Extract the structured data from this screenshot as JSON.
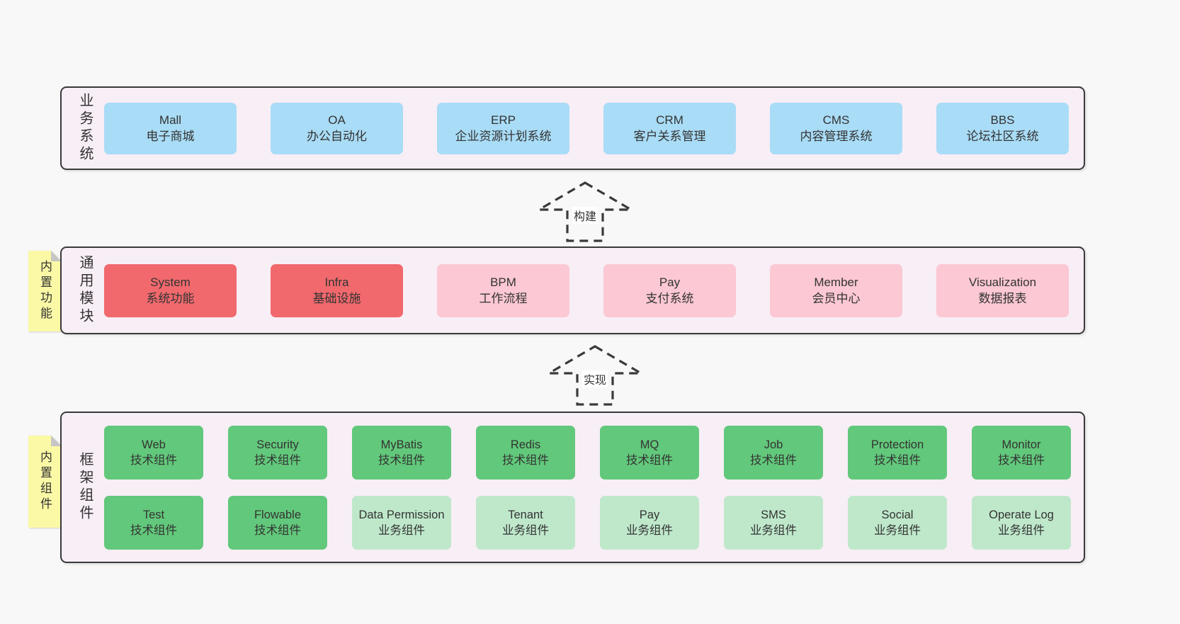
{
  "page": {
    "background": "#f8f8f8"
  },
  "colors": {
    "blue": "#a9dcf6",
    "red": "#f1696d",
    "pink": "#fbc8d3",
    "green": "#62c87b",
    "lightgreen": "#bfe8cb",
    "container_bg": "#f8eef6",
    "container_border": "#3a3a3a",
    "note_bg": "#fbf9a5",
    "text": "#333333"
  },
  "arrows": [
    {
      "id": "build",
      "label": "构建"
    },
    {
      "id": "implement",
      "label": "实现"
    }
  ],
  "layers": [
    {
      "id": "business-systems",
      "label": "业务系统",
      "note": null,
      "rows": [
        [
          {
            "title": "Mall",
            "subtitle": "电子商城",
            "variant": "blue"
          },
          {
            "title": "OA",
            "subtitle": "办公自动化",
            "variant": "blue"
          },
          {
            "title": "ERP",
            "subtitle": "企业资源计划系统",
            "variant": "blue"
          },
          {
            "title": "CRM",
            "subtitle": "客户关系管理",
            "variant": "blue"
          },
          {
            "title": "CMS",
            "subtitle": "内容管理系统",
            "variant": "blue"
          },
          {
            "title": "BBS",
            "subtitle": "论坛社区系统",
            "variant": "blue"
          }
        ]
      ]
    },
    {
      "id": "common-modules",
      "label": "通用模块",
      "note": "内置功能",
      "rows": [
        [
          {
            "title": "System",
            "subtitle": "系统功能",
            "variant": "red"
          },
          {
            "title": "Infra",
            "subtitle": "基础设施",
            "variant": "red"
          },
          {
            "title": "BPM",
            "subtitle": "工作流程",
            "variant": "pink"
          },
          {
            "title": "Pay",
            "subtitle": "支付系统",
            "variant": "pink"
          },
          {
            "title": "Member",
            "subtitle": "会员中心",
            "variant": "pink"
          },
          {
            "title": "Visualization",
            "subtitle": "数据报表",
            "variant": "pink"
          }
        ]
      ]
    },
    {
      "id": "framework-components",
      "label": "框架组件",
      "note": "内置组件",
      "rows": [
        [
          {
            "title": "Web",
            "subtitle": "技术组件",
            "variant": "green"
          },
          {
            "title": "Security",
            "subtitle": "技术组件",
            "variant": "green"
          },
          {
            "title": "MyBatis",
            "subtitle": "技术组件",
            "variant": "green"
          },
          {
            "title": "Redis",
            "subtitle": "技术组件",
            "variant": "green"
          },
          {
            "title": "MQ",
            "subtitle": "技术组件",
            "variant": "green"
          },
          {
            "title": "Job",
            "subtitle": "技术组件",
            "variant": "green"
          },
          {
            "title": "Protection",
            "subtitle": "技术组件",
            "variant": "green"
          },
          {
            "title": "Monitor",
            "subtitle": "技术组件",
            "variant": "green"
          }
        ],
        [
          {
            "title": "Test",
            "subtitle": "技术组件",
            "variant": "green"
          },
          {
            "title": "Flowable",
            "subtitle": "技术组件",
            "variant": "green"
          },
          {
            "title": "Data Permission",
            "subtitle": "业务组件",
            "variant": "lightgreen"
          },
          {
            "title": "Tenant",
            "subtitle": "业务组件",
            "variant": "lightgreen"
          },
          {
            "title": "Pay",
            "subtitle": "业务组件",
            "variant": "lightgreen"
          },
          {
            "title": "SMS",
            "subtitle": "业务组件",
            "variant": "lightgreen"
          },
          {
            "title": "Social",
            "subtitle": "业务组件",
            "variant": "lightgreen"
          },
          {
            "title": "Operate Log",
            "subtitle": "业务组件",
            "variant": "lightgreen"
          }
        ]
      ]
    }
  ]
}
